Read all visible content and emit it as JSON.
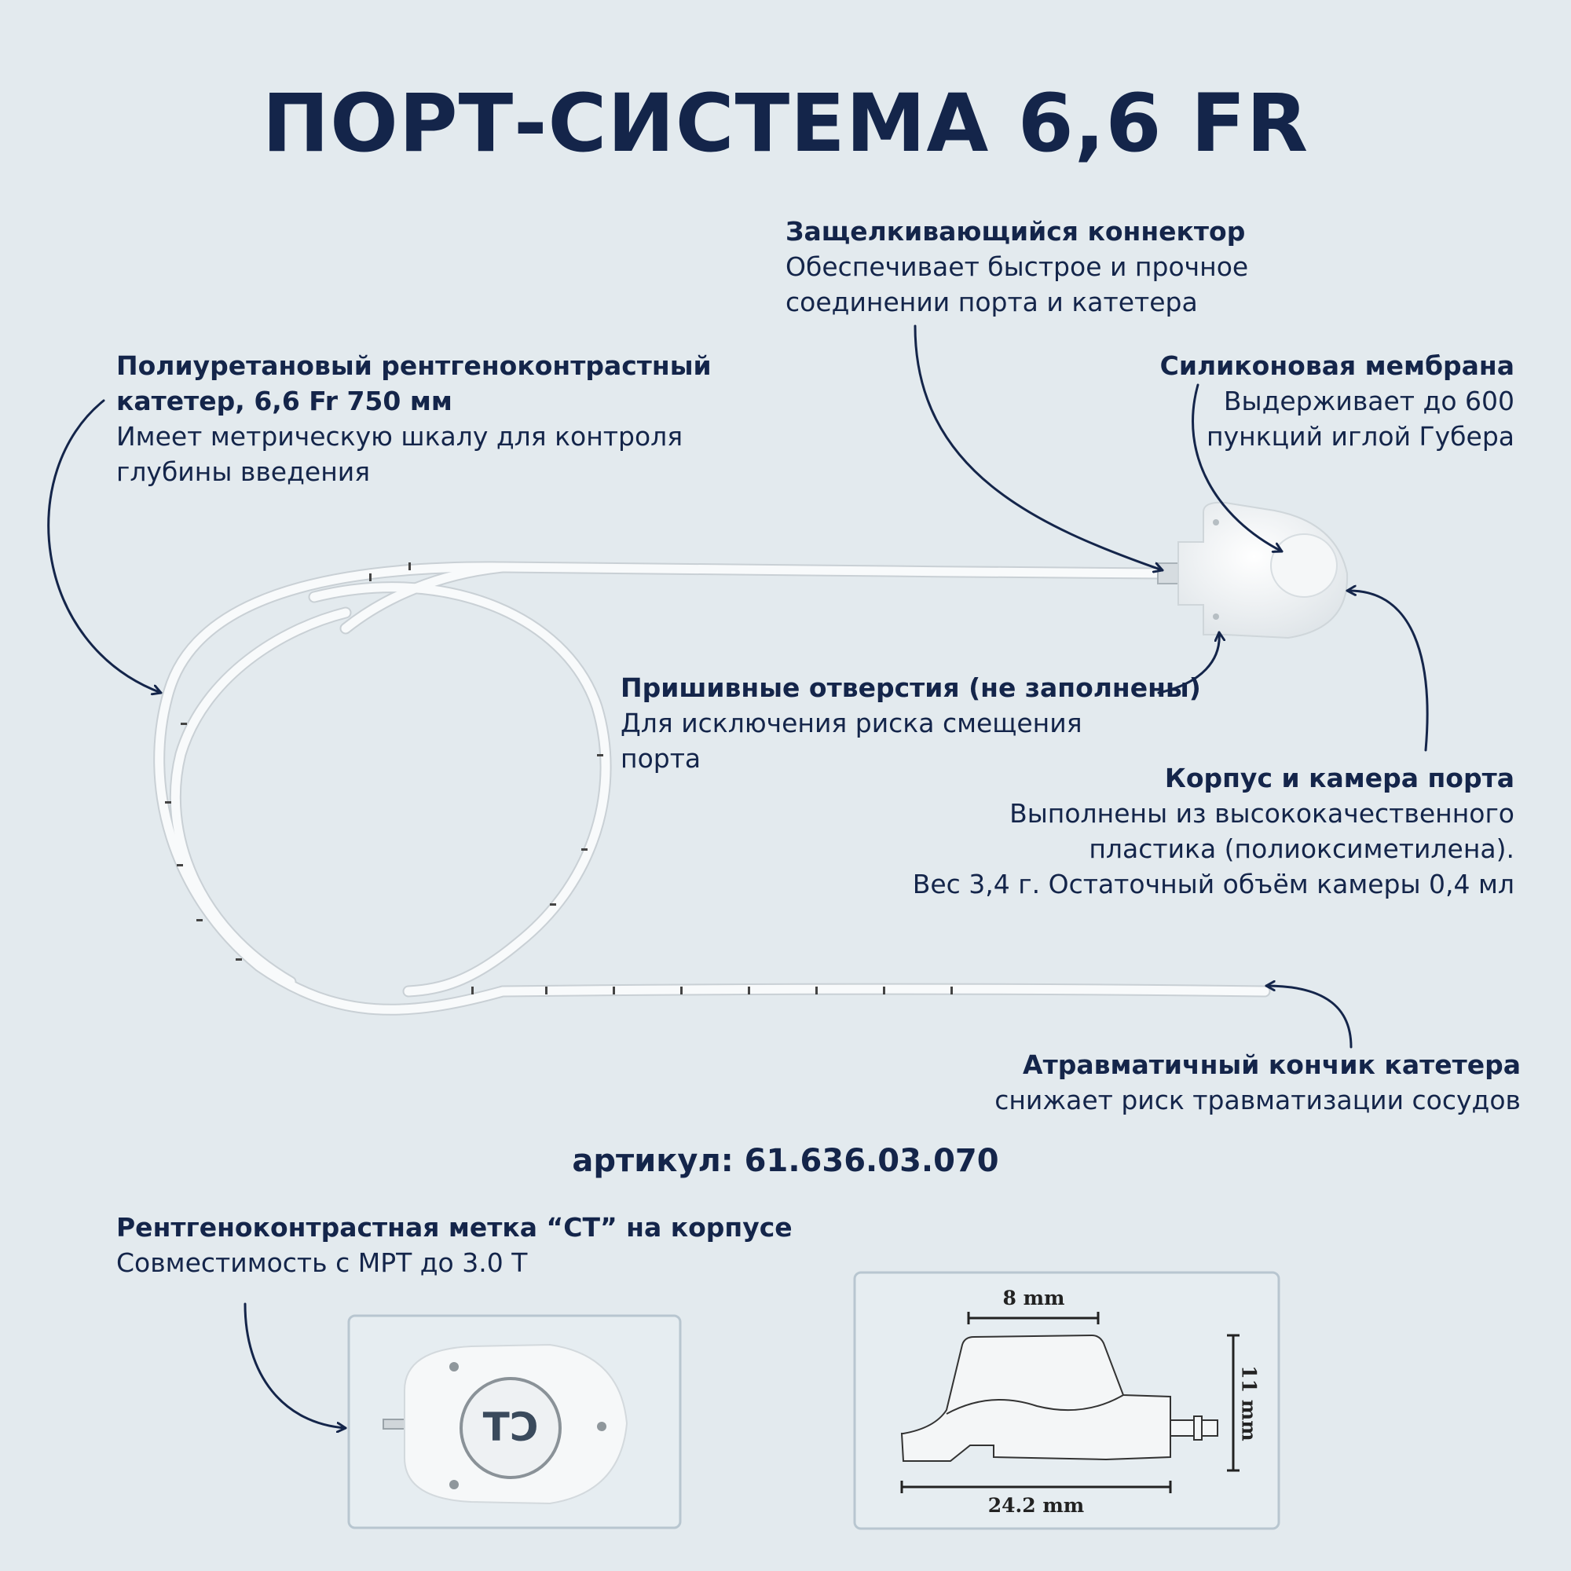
{
  "title": "ПОРТ-СИСТЕМА 6,6 FR",
  "callouts": {
    "connector": {
      "heading": "Защелкивающийся коннектор",
      "line1": "Обеспечивает быстрое и прочное",
      "line2": "соединении порта и катетера"
    },
    "catheter": {
      "heading1": "Полиуретановый рентгеноконтрастный",
      "heading2": "катетер, 6,6 Fr 750 мм",
      "line1": "Имеет метрическую шкалу для контроля",
      "line2": "глубины введения"
    },
    "membrane": {
      "heading": "Силиконовая мембрана",
      "line1": "Выдерживает до 600",
      "line2": "пункций иглой Губера"
    },
    "suture": {
      "heading": "Пришивные отверстия (не заполнены)",
      "line1": "Для исключения риска смещения",
      "line2": "порта"
    },
    "body": {
      "heading": "Корпус и камера порта",
      "line1": "Выполнены из высококачественного",
      "line2": "пластика (полиоксиметилена).",
      "line3": "Вес 3,4 г. Остаточный объём камеры 0,4 мл"
    },
    "tip": {
      "heading": "Атравматичный кончик катетера",
      "line1": "снижает риск травматизации сосудов"
    },
    "marker": {
      "heading": "Рентгеноконтрастная метка “CT” на корпусе",
      "line1": "Совместимость с МРТ до 3.0 Т"
    }
  },
  "sku": "артикул: 61.636.03.070",
  "port_top_view": {
    "mark": "CT"
  },
  "dimensions": {
    "top": "8 mm",
    "height": "11 mm",
    "base": "24.2 mm"
  },
  "colors": {
    "navy": "#14254a",
    "background": "#e3eaee"
  }
}
